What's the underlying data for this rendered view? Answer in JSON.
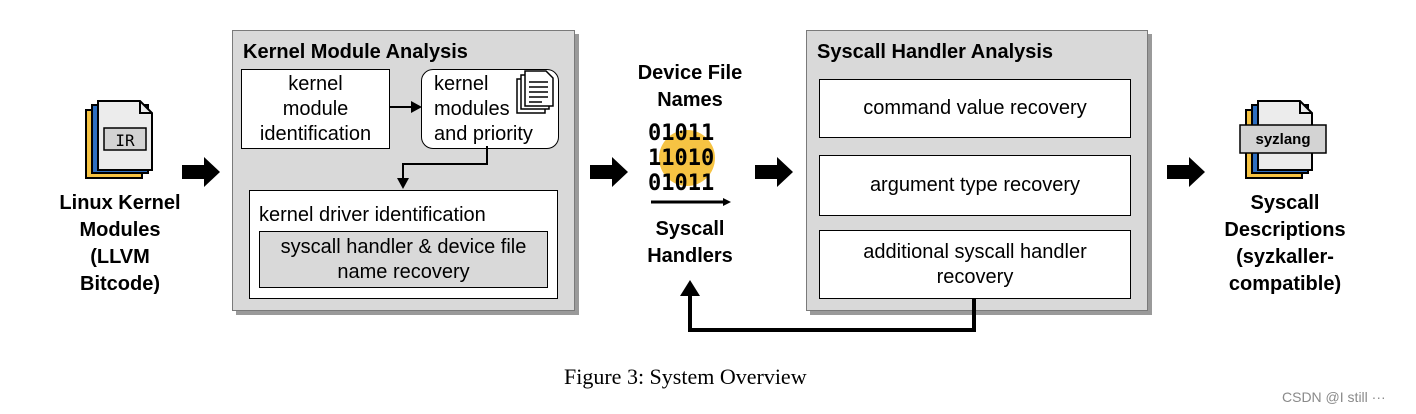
{
  "input": {
    "icon_text": "IR",
    "label_lines": [
      "Linux Kernel",
      "Modules",
      "(LLVM",
      "Bitcode)"
    ]
  },
  "kernel_module_analysis": {
    "title": "Kernel Module Analysis",
    "identification_lines": [
      "kernel",
      "module",
      "identification"
    ],
    "modules_lines": [
      "kernel",
      "modules",
      "and priority"
    ],
    "driver_identification": "kernel driver identification",
    "recovery_lines": [
      "syscall handler & device file",
      "name recovery"
    ]
  },
  "middle": {
    "top_label_lines": [
      "Device File",
      "Names"
    ],
    "binary_lines": [
      "01011",
      "11010",
      "01011"
    ],
    "bottom_label_lines": [
      "Syscall",
      "Handlers"
    ]
  },
  "syscall_handler_analysis": {
    "title": "Syscall Handler Analysis",
    "steps": [
      {
        "lines": [
          "command value recovery"
        ]
      },
      {
        "lines": [
          "argument type recovery"
        ]
      },
      {
        "lines": [
          "additional syscall handler",
          "recovery"
        ]
      }
    ]
  },
  "output": {
    "icon_text": "syzlang",
    "label_lines": [
      "Syscall",
      "Descriptions",
      "(syzkaller-",
      "compatible)"
    ]
  },
  "caption": "Figure 3: System Overview",
  "watermark": "CSDN @I still ···",
  "colors": {
    "panel_gray": "#d9d9d9",
    "binary_highlight": "#f6c343",
    "doc_yellow": "#f6c343",
    "doc_blue": "#2f6fc0"
  }
}
